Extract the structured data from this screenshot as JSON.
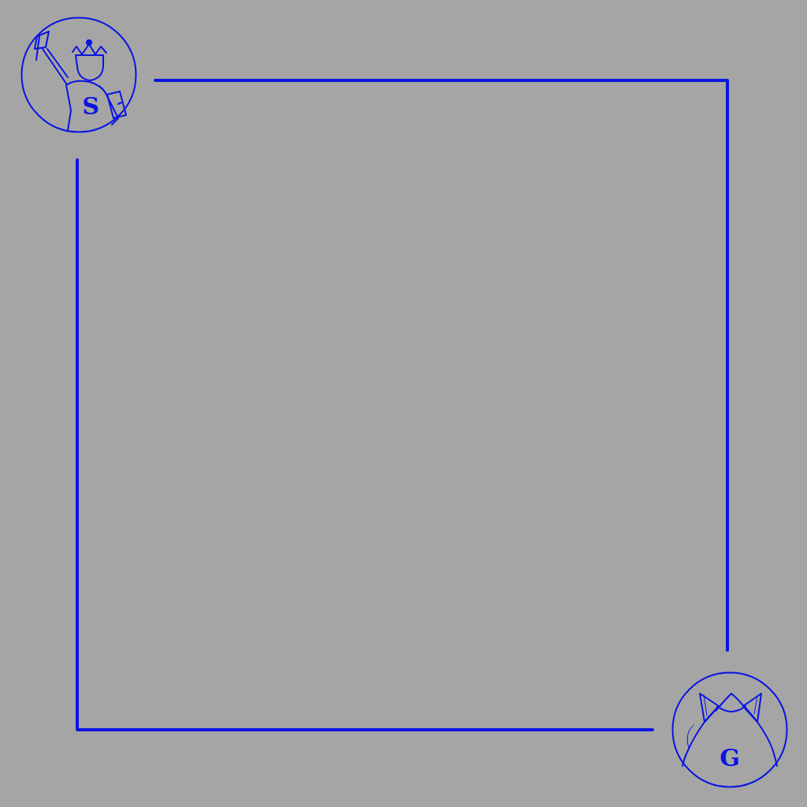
{
  "diagram": {
    "nodes": [
      {
        "text": [
          "S"
        ]
      },
      {
        "text": [
          "G"
        ]
      }
    ],
    "edges": [
      {
        "from": 0,
        "to": 1,
        "arrow": "none"
      },
      {
        "from": 0,
        "to": 1,
        "arrow": "none"
      }
    ]
  }
}
